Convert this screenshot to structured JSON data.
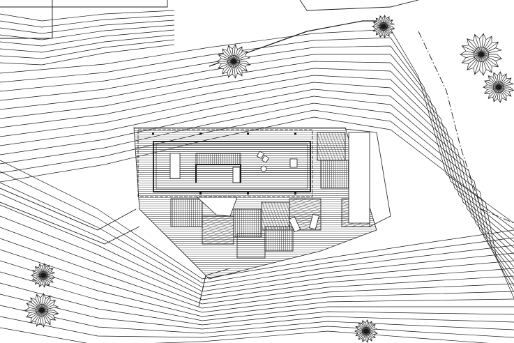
{
  "drawing": {
    "type": "site-plan",
    "colors": {
      "line": "#1a1a1a",
      "background": "#ffffff",
      "hatch": "#555555"
    },
    "elements": [
      "contour-lines",
      "property-boundary",
      "driveway",
      "deck",
      "house",
      "trees"
    ]
  }
}
